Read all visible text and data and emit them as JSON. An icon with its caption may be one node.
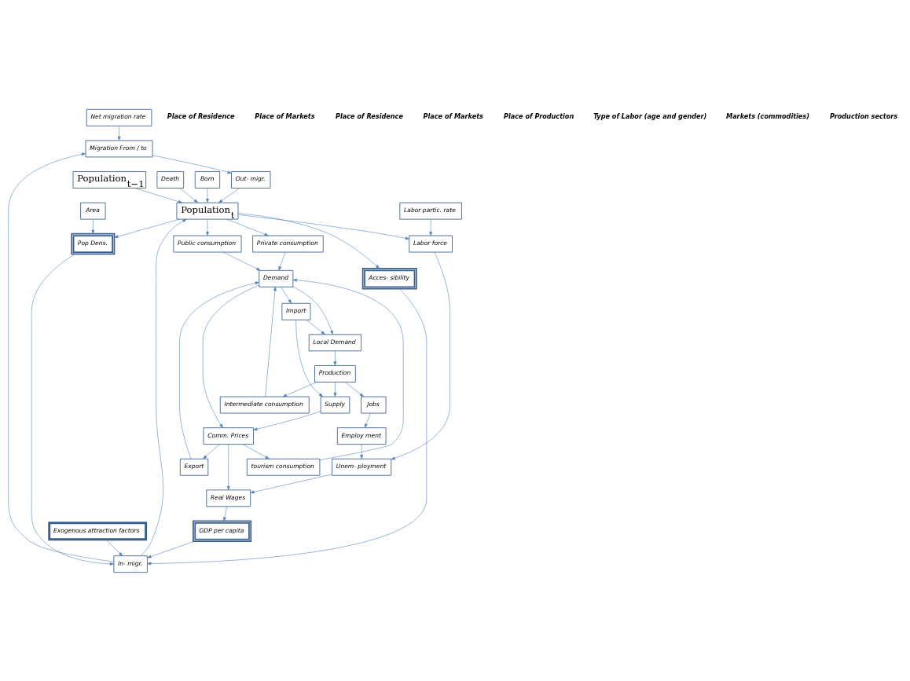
{
  "diagram": {
    "nodes": [
      {
        "text": [
          "Net migration rate"
        ]
      },
      {
        "text": [
          "Migration From / to"
        ]
      },
      {
        "text": [
          "Population$_{t−1}$"
        ]
      },
      {
        "text": [
          "Out- migr."
        ]
      },
      {
        "text": [
          "Death"
        ]
      },
      {
        "text": [
          "In- migr."
        ]
      },
      {
        "text": [
          "Exogenous attraction factors"
        ]
      },
      {
        "text": [
          "Acces- sibility"
        ]
      },
      {
        "text": [
          "Born"
        ]
      },
      {
        "text": [
          "Area"
        ]
      },
      {
        "text": [
          "Pop Dens."
        ]
      },
      {
        "text": [
          "Population$_{t}$"
        ]
      },
      {
        "text": [
          "GDP per capita"
        ]
      },
      {
        "text": [
          "Real Wages"
        ]
      },
      {
        "text": [
          "Labor partic. rate"
        ]
      },
      {
        "text": [
          "Employ ment"
        ]
      },
      {
        "text": [
          "Unem- ployment"
        ]
      },
      {
        "text": [
          "Labor force"
        ]
      },
      {
        "text": [
          "Import"
        ]
      },
      {
        "text": [
          "Demand"
        ]
      },
      {
        "text": [
          "Comm. Prices"
        ]
      },
      {
        "text": [
          "Supply"
        ]
      },
      {
        "text": [
          "Export"
        ]
      },
      {
        "text": [
          "Public consumption"
        ]
      },
      {
        "text": [
          "Private consumption"
        ]
      },
      {
        "text": [
          "Local Demand"
        ]
      },
      {
        "text": [
          "tourism consumption"
        ]
      },
      {
        "text": [
          "Intermediate consumption"
        ]
      },
      {
        "text": [
          "Jobs"
        ]
      },
      {
        "text": [
          "Production"
        ]
      }
    ],
    "edges": [
      {
        "from": 0,
        "to": 1,
        "arrow": "to"
      },
      {
        "from": 1,
        "to": 3,
        "arrow": "to"
      },
      {
        "from": 5,
        "to": 1,
        "arrow": "to"
      },
      {
        "from": 2,
        "to": 11,
        "arrow": "to"
      },
      {
        "from": 3,
        "to": 11,
        "arrow": "to"
      },
      {
        "from": 4,
        "to": 11,
        "arrow": "to"
      },
      {
        "from": 5,
        "to": 11,
        "arrow": "to"
      },
      {
        "from": 8,
        "to": 11,
        "arrow": "to"
      },
      {
        "from": 6,
        "to": 5,
        "arrow": "to"
      },
      {
        "from": 7,
        "to": 5,
        "arrow": "to"
      },
      {
        "from": 10,
        "to": 5,
        "arrow": "to"
      },
      {
        "from": 12,
        "to": 5,
        "arrow": "to"
      },
      {
        "from": 11,
        "to": 7,
        "arrow": "to"
      },
      {
        "from": 9,
        "to": 10,
        "arrow": "to"
      },
      {
        "from": 11,
        "to": 10,
        "arrow": "to"
      },
      {
        "from": 13,
        "to": 12,
        "arrow": "to"
      },
      {
        "from": 14,
        "to": 17,
        "arrow": "to"
      },
      {
        "from": 11,
        "to": 17,
        "arrow": "to"
      },
      {
        "from": 11,
        "to": 24,
        "arrow": "to"
      },
      {
        "from": 11,
        "to": 23,
        "arrow": "to"
      },
      {
        "from": 17,
        "to": 16,
        "arrow": "to"
      },
      {
        "from": 15,
        "to": 16,
        "arrow": "to"
      },
      {
        "from": 16,
        "to": 13,
        "arrow": "to"
      },
      {
        "from": 20,
        "to": 13,
        "arrow": "to"
      },
      {
        "from": 19,
        "to": 18,
        "arrow": "to"
      },
      {
        "from": 19,
        "to": 20,
        "arrow": "to"
      },
      {
        "from": 18,
        "to": 21,
        "arrow": "to"
      },
      {
        "from": 18,
        "to": 25,
        "arrow": "to"
      },
      {
        "from": 21,
        "to": 20,
        "arrow": "to"
      },
      {
        "from": 20,
        "to": 22,
        "arrow": "to"
      },
      {
        "from": 20,
        "to": 26,
        "arrow": "to"
      },
      {
        "from": 19,
        "to": 25,
        "arrow": "to"
      },
      {
        "from": 22,
        "to": 19,
        "arrow": "to"
      },
      {
        "from": 26,
        "to": 19,
        "arrow": "to"
      },
      {
        "from": 23,
        "to": 19,
        "arrow": "to"
      },
      {
        "from": 24,
        "to": 19,
        "arrow": "to"
      },
      {
        "from": 27,
        "to": 19,
        "arrow": "to"
      },
      {
        "from": 29,
        "to": 27,
        "arrow": "to"
      },
      {
        "from": 25,
        "to": 29,
        "arrow": "to"
      },
      {
        "from": 29,
        "to": 28,
        "arrow": "to"
      },
      {
        "from": 29,
        "to": 21,
        "arrow": "to"
      },
      {
        "from": 28,
        "to": 15,
        "arrow": "to"
      }
    ],
    "labels": [
      "Place of Residence",
      "Place of Markets",
      "Place of Residence",
      "Place of Markets",
      "Place of Production",
      "Type of Labor (age and gender)",
      "Markets (commodities)",
      "Production sectors"
    ]
  }
}
